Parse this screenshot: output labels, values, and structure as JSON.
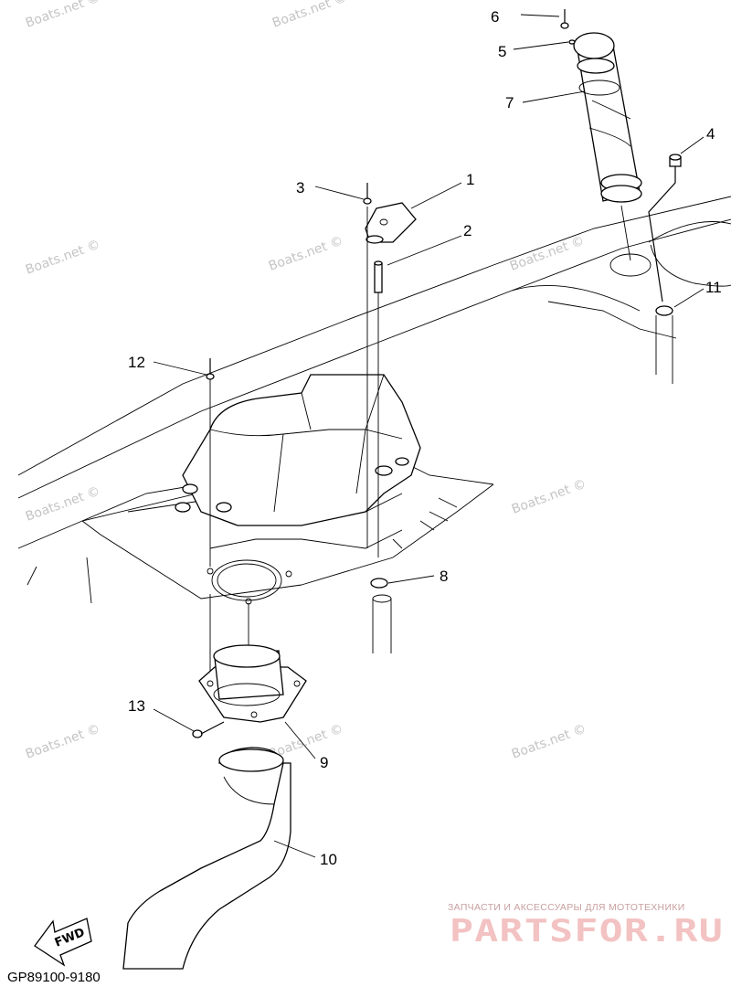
{
  "watermark_text": "Boats.net ©",
  "diagram_code": "GP89100-9180",
  "fwd_label": "FWD",
  "site": {
    "tagline": "ЗАПЧАСТИ И АКСЕССУАРЫ ДЛЯ МОТОТЕХНИКИ",
    "logo": "PARTSFOR.RU"
  },
  "callouts": [
    {
      "id": "1",
      "label": "1"
    },
    {
      "id": "2",
      "label": "2"
    },
    {
      "id": "3",
      "label": "3"
    },
    {
      "id": "4",
      "label": "4"
    },
    {
      "id": "5",
      "label": "5"
    },
    {
      "id": "6",
      "label": "6"
    },
    {
      "id": "7",
      "label": "7"
    },
    {
      "id": "8",
      "label": "8"
    },
    {
      "id": "9",
      "label": "9"
    },
    {
      "id": "10",
      "label": "10"
    },
    {
      "id": "11",
      "label": "11"
    },
    {
      "id": "12",
      "label": "12"
    },
    {
      "id": "13",
      "label": "13"
    }
  ]
}
